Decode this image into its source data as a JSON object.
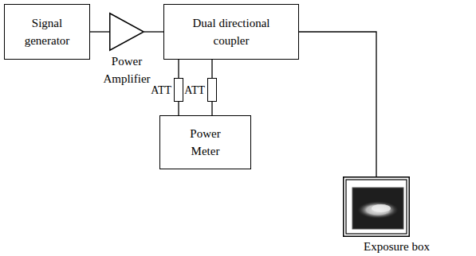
{
  "diagram": {
    "nodes": [
      {
        "text": [
          "Signal generator"
        ]
      },
      {
        "text": [
          "Power Amplifier"
        ]
      },
      {
        "text": [
          "Dual directional coupler"
        ]
      },
      {
        "text": [
          "ATT"
        ]
      },
      {
        "text": [
          "ATT"
        ]
      },
      {
        "text": [
          "Power Meter"
        ]
      },
      {
        "text": [
          "Exposure box"
        ]
      }
    ],
    "edges": [
      {
        "from": 0,
        "to": 1,
        "arrow": "none"
      },
      {
        "from": 1,
        "to": 2,
        "arrow": "none"
      },
      {
        "from": 2,
        "to": 3,
        "arrow": "none"
      },
      {
        "from": 3,
        "to": 5,
        "arrow": "none"
      },
      {
        "from": 2,
        "to": 4,
        "arrow": "none"
      },
      {
        "from": 4,
        "to": 5,
        "arrow": "none"
      },
      {
        "from": 2,
        "to": 6,
        "arrow": "none"
      }
    ]
  }
}
